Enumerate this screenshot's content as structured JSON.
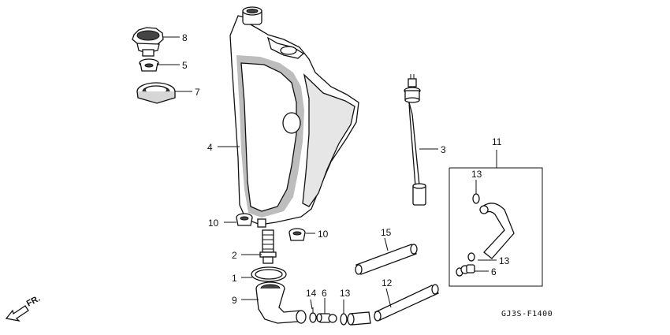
{
  "diagram": {
    "callouts": {
      "c1": "1",
      "c2": "2",
      "c3": "3",
      "c4": "4",
      "c5": "5",
      "c6a": "6",
      "c6b": "6",
      "c7": "7",
      "c8": "8",
      "c9": "9",
      "c10a": "10",
      "c10b": "10",
      "c11": "11",
      "c12": "12",
      "c13a": "13",
      "c13b": "13",
      "c13c": "13",
      "c14": "14",
      "c15": "15"
    },
    "front_label": "FR.",
    "diagram_code": "GJ3S-F1400"
  }
}
